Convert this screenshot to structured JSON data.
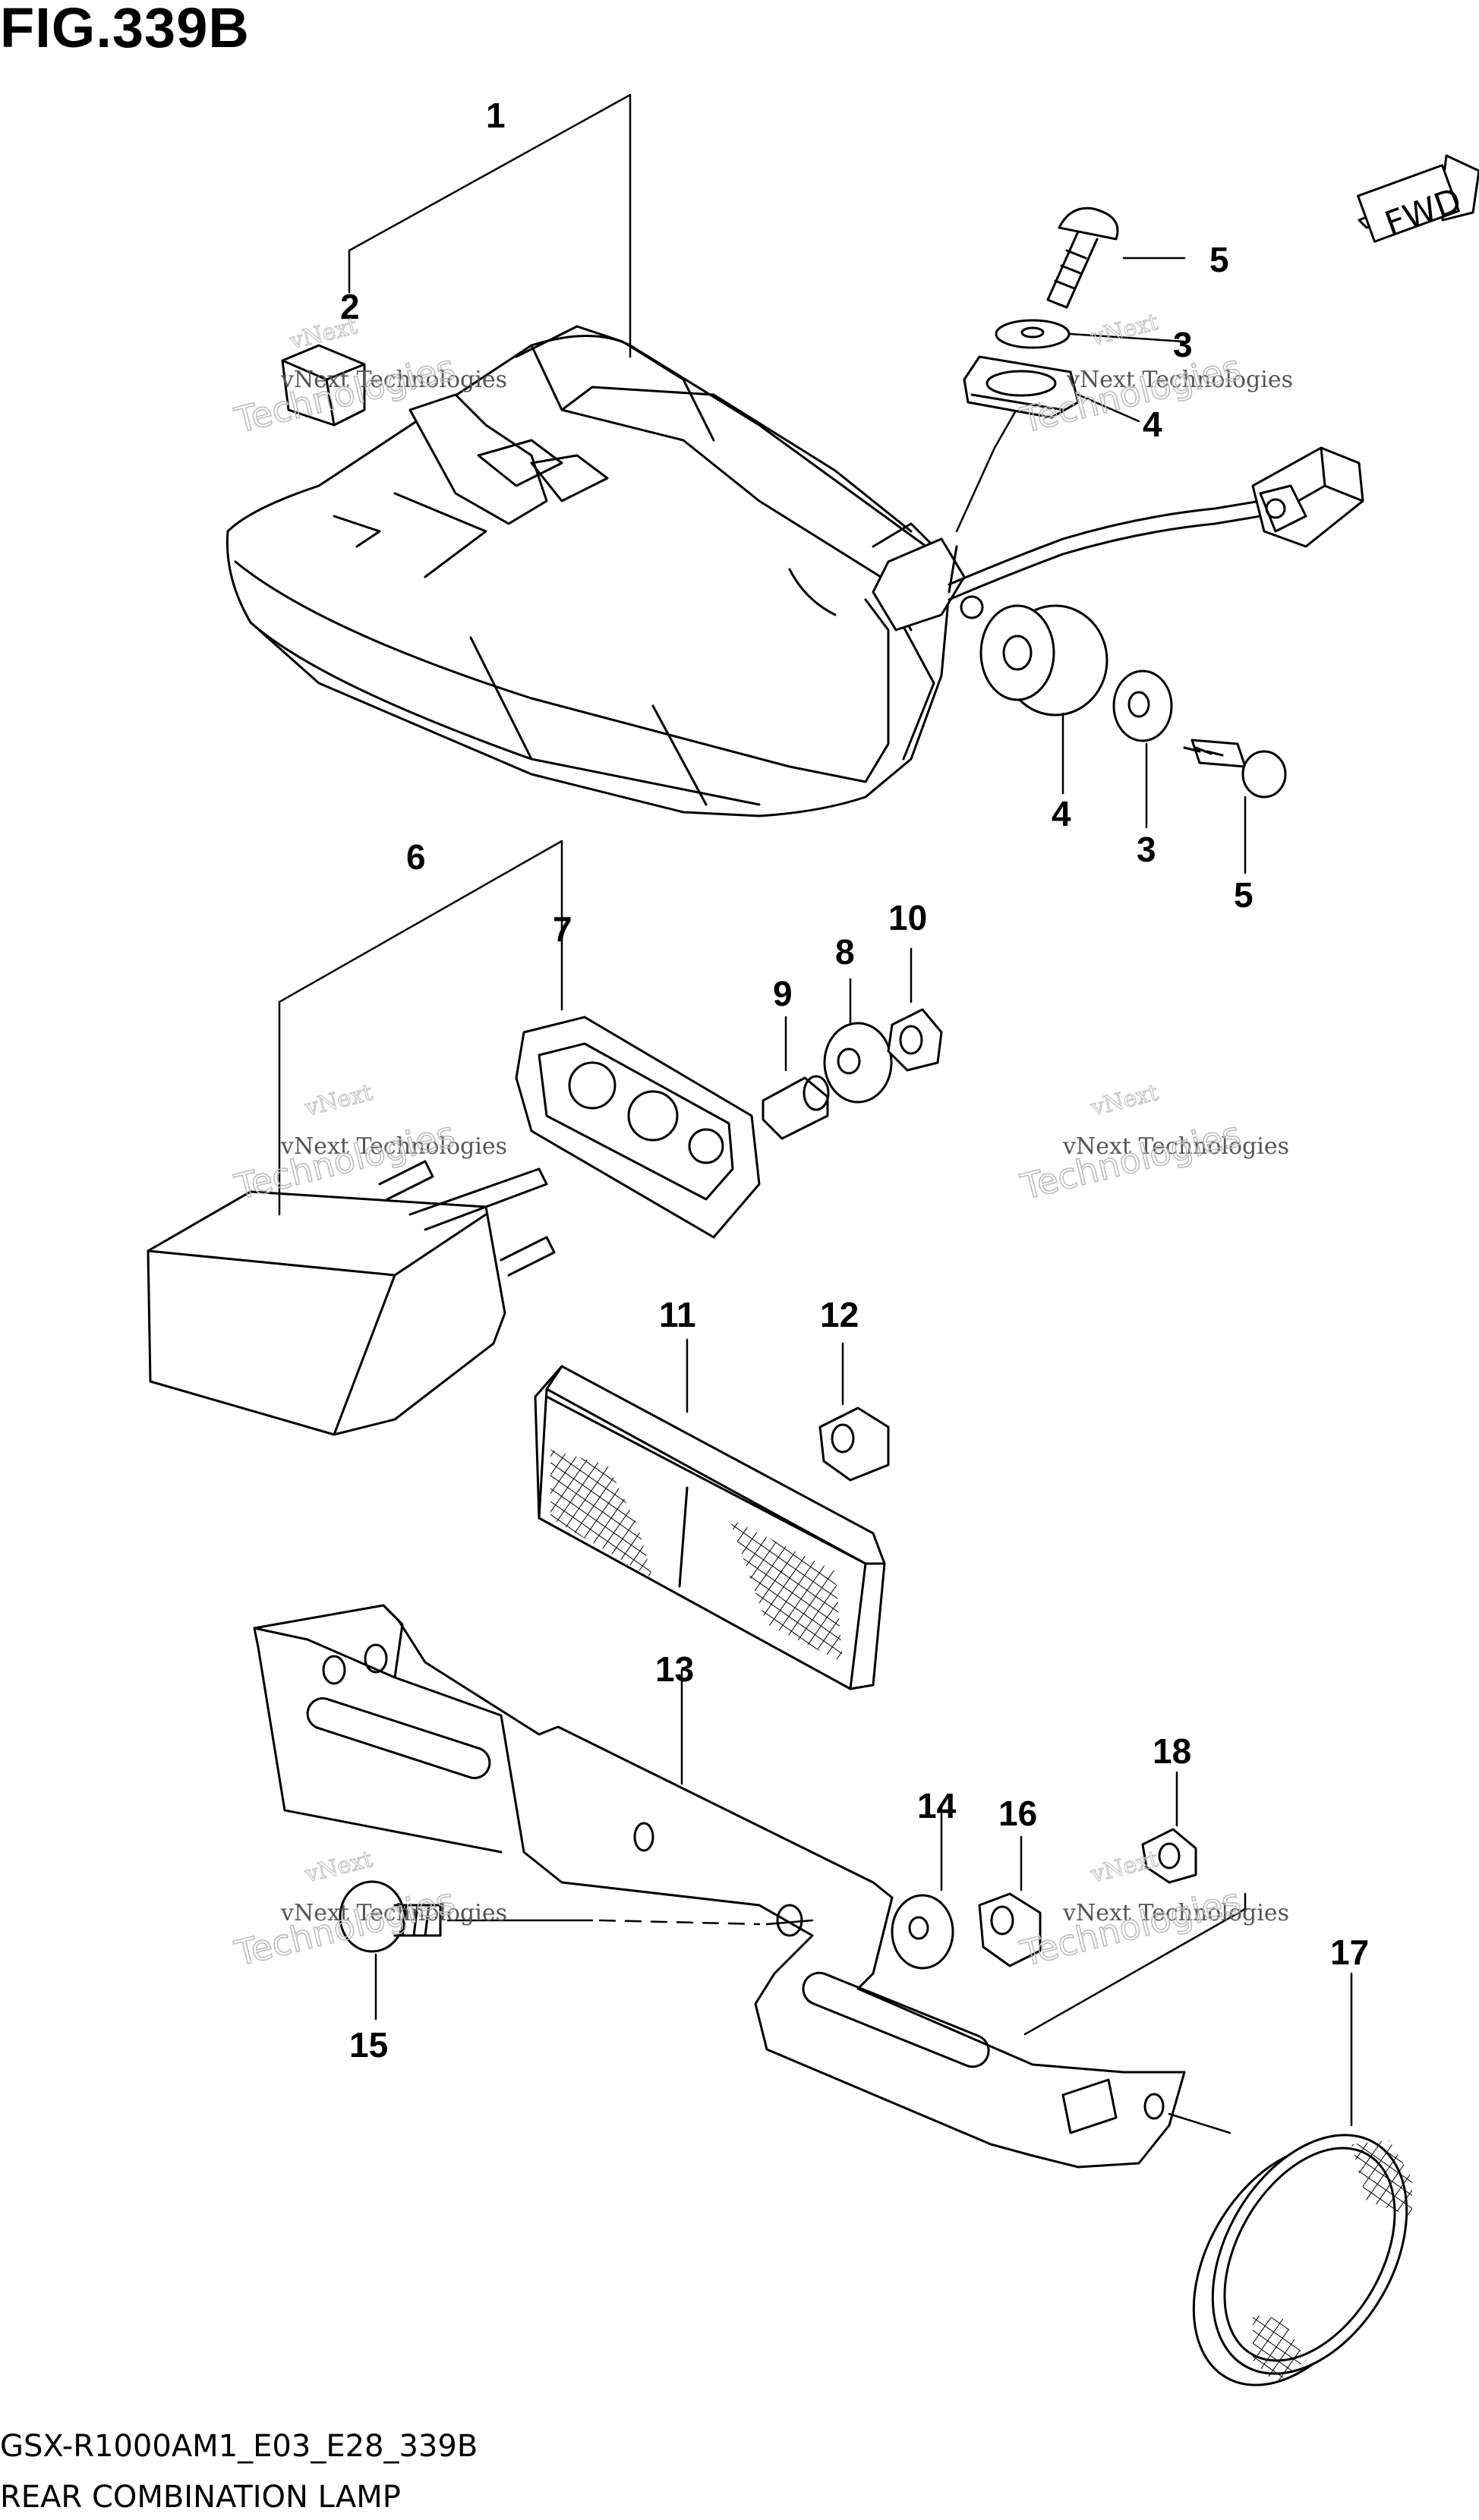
{
  "figure": {
    "title": "FIG.339B",
    "code": "GSX-R1000AM1_E03_E28_339B",
    "name": "REAR COMBINATION LAMP"
  },
  "direction_badge": {
    "label": "FWD"
  },
  "watermark": {
    "line1": "vNext Technologies",
    "line2": "Technologies",
    "line3": "vNext"
  },
  "callouts": {
    "n1": "1",
    "n2": "2",
    "n3a": "3",
    "n3b": "3",
    "n4a": "4",
    "n4b": "4",
    "n5a": "5",
    "n5b": "5",
    "n6": "6",
    "n7": "7",
    "n8": "8",
    "n9": "9",
    "n10": "10",
    "n11": "11",
    "n12": "12",
    "n13": "13",
    "n14": "14",
    "n15": "15",
    "n16": "16",
    "n17": "17",
    "n18": "18"
  }
}
